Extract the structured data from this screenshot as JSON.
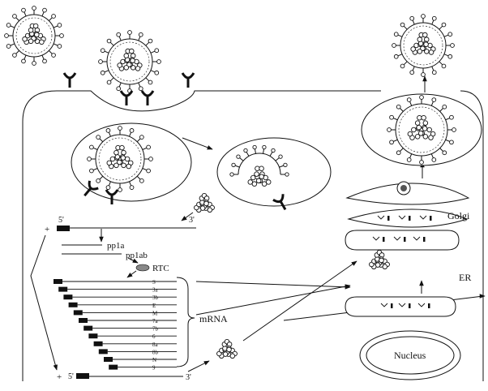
{
  "labels": {
    "five_prime": "5'",
    "three_prime": "3'",
    "plus": "+",
    "pp1a": "pp1a",
    "pp1ab": "pp1ab",
    "rtc": "RTC",
    "mrna": "mRNA",
    "golgi": "Golgi",
    "er": "ER",
    "nucleus": "Nucleus"
  },
  "mrna_genes": [
    "S",
    "3a",
    "3b",
    "E",
    "M",
    "7a",
    "7b",
    "6",
    "8a",
    "8b",
    "N",
    "9"
  ]
}
